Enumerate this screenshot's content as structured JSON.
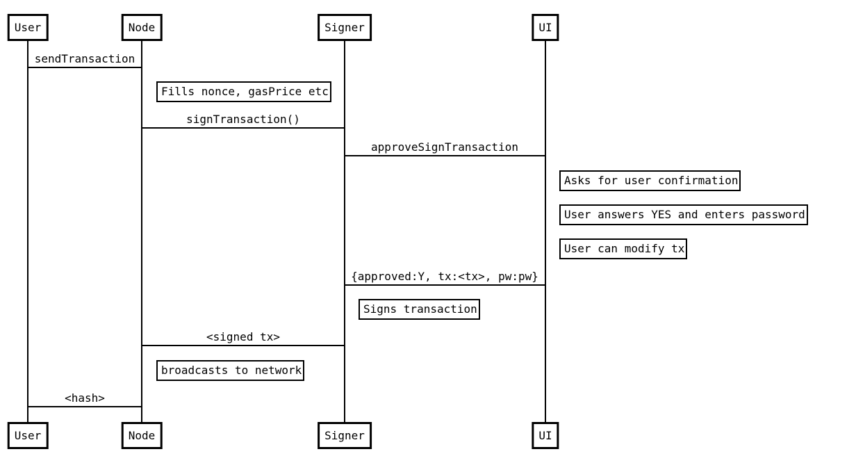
{
  "diagram": {
    "type": "sequence-diagram",
    "background_color": "#ffffff",
    "stroke_color": "#000000",
    "actors": [
      {
        "label": "User"
      },
      {
        "label": "Node"
      },
      {
        "label": "Signer"
      },
      {
        "label": "UI"
      }
    ],
    "messages": [
      {
        "from": "User",
        "to": "Node",
        "label": "sendTransaction"
      },
      {
        "from": "Node",
        "to": "Signer",
        "label": "signTransaction()"
      },
      {
        "from": "Signer",
        "to": "UI",
        "label": "approveSignTransaction"
      },
      {
        "from": "UI",
        "to": "Signer",
        "label": "{approved:Y, tx:<tx>, pw:pw}"
      },
      {
        "from": "Signer",
        "to": "Node",
        "label": "<signed tx>"
      },
      {
        "from": "Node",
        "to": "User",
        "label": "<hash>"
      }
    ],
    "notes": [
      {
        "actor": "Node",
        "label": "Fills nonce, gasPrice etc"
      },
      {
        "actor": "UI",
        "label": "Asks for user confirmation"
      },
      {
        "actor": "UI",
        "label": "User answers YES and enters password"
      },
      {
        "actor": "UI",
        "label": "User can modify tx"
      },
      {
        "actor": "Signer",
        "label": "Signs transaction"
      },
      {
        "actor": "Node",
        "label": "broadcasts to network"
      }
    ]
  }
}
